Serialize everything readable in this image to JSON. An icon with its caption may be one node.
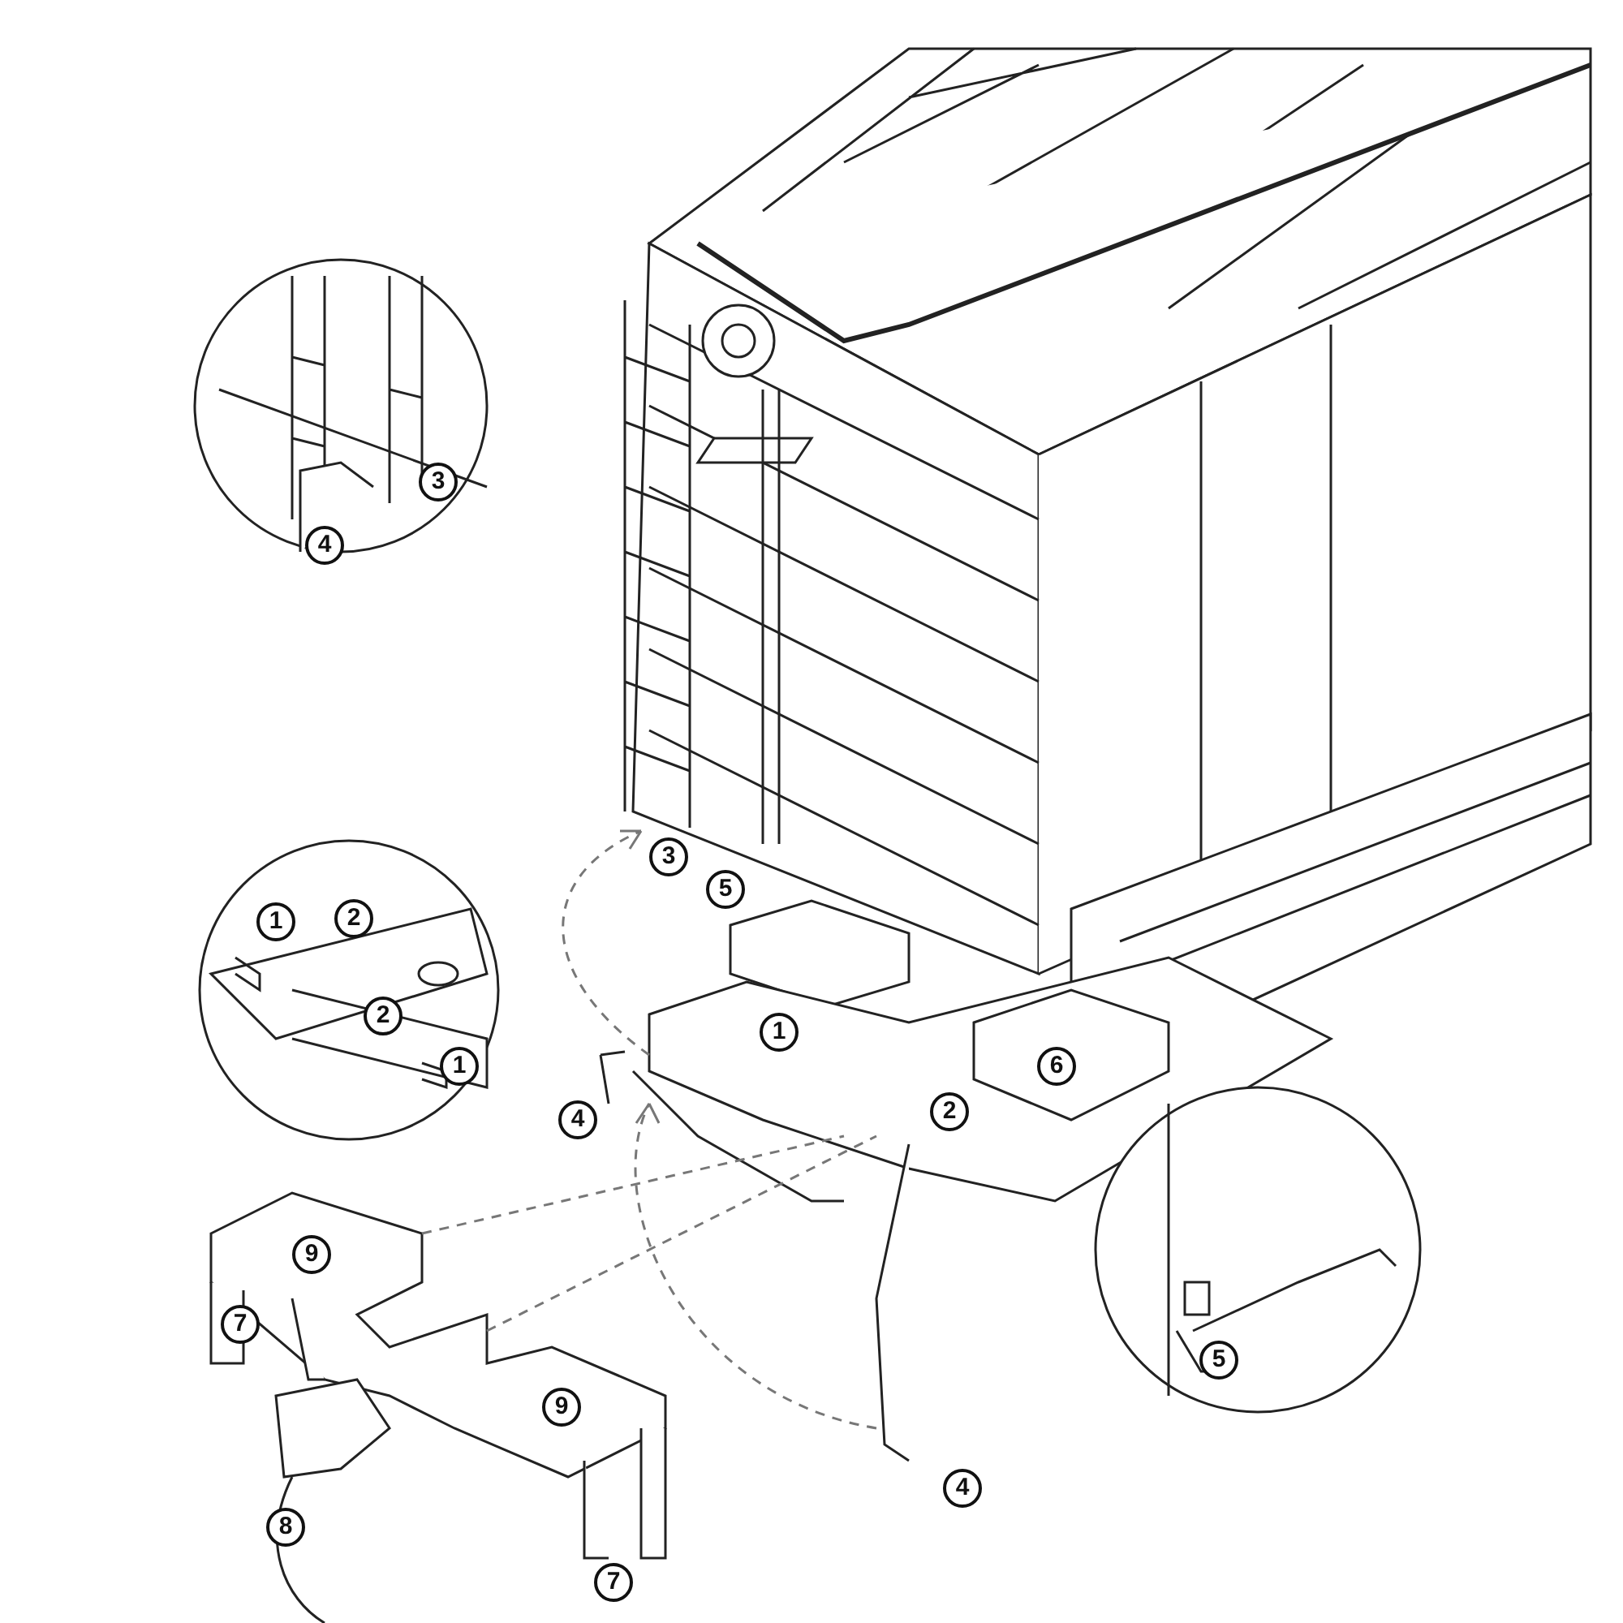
{
  "diagram": {
    "labels": [
      "3",
      "4",
      "3",
      "5",
      "1",
      "2",
      "2",
      "1",
      "1",
      "6",
      "4",
      "2",
      "9",
      "7",
      "5",
      "9",
      "4",
      "8",
      "7"
    ]
  }
}
